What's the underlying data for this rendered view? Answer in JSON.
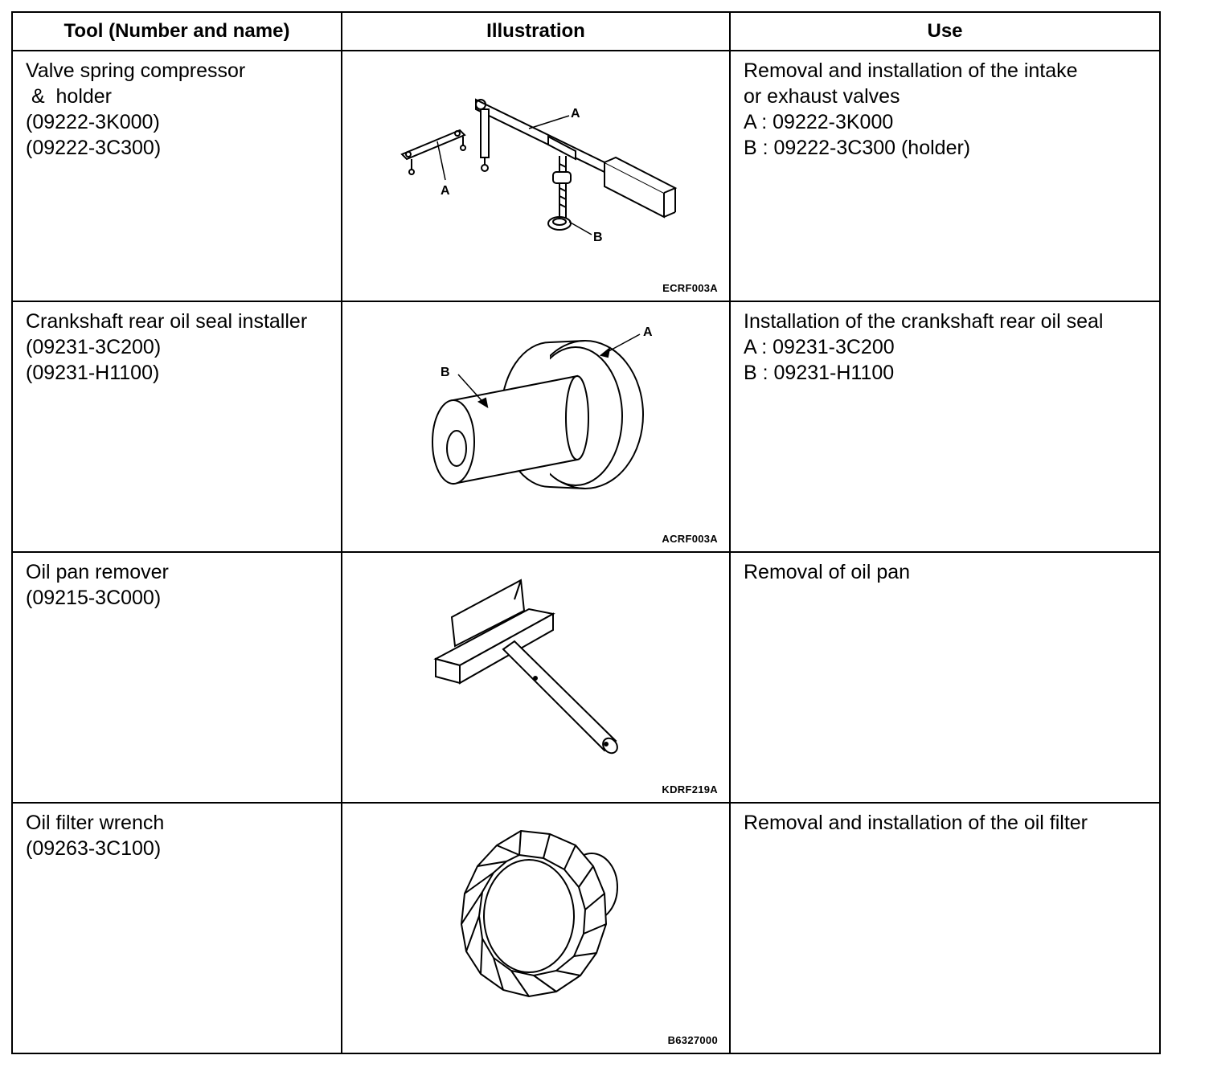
{
  "headers": {
    "tool": "Tool (Number and name)",
    "illustration": "Illustration",
    "use": "Use"
  },
  "rows": [
    {
      "tool_lines": [
        "Valve spring compressor",
        " &  holder",
        "(09222-3K000)",
        "(09222-3C300)"
      ],
      "use_lines": [
        "Removal and installation of the intake",
        "or exhaust valves",
        "A : 09222-3K000",
        "B : 09222-3C300 (holder)"
      ],
      "figure_code": "ECRF003A",
      "callouts": [
        "A",
        "A",
        "B"
      ]
    },
    {
      "tool_lines": [
        "Crankshaft rear oil seal installer",
        "(09231-3C200)",
        "(09231-H1100)"
      ],
      "use_lines": [
        "Installation of the crankshaft rear oil seal",
        "A : 09231-3C200",
        "B : 09231-H1100"
      ],
      "figure_code": "ACRF003A",
      "callouts": [
        "A",
        "B"
      ]
    },
    {
      "tool_lines": [
        "Oil pan remover",
        "(09215-3C000)"
      ],
      "use_lines": [
        "Removal of oil pan"
      ],
      "figure_code": "KDRF219A",
      "callouts": []
    },
    {
      "tool_lines": [
        "Oil filter wrench",
        "(09263-3C100)"
      ],
      "use_lines": [
        "Removal and installation of the oil filter"
      ],
      "figure_code": "B6327000",
      "callouts": []
    }
  ]
}
